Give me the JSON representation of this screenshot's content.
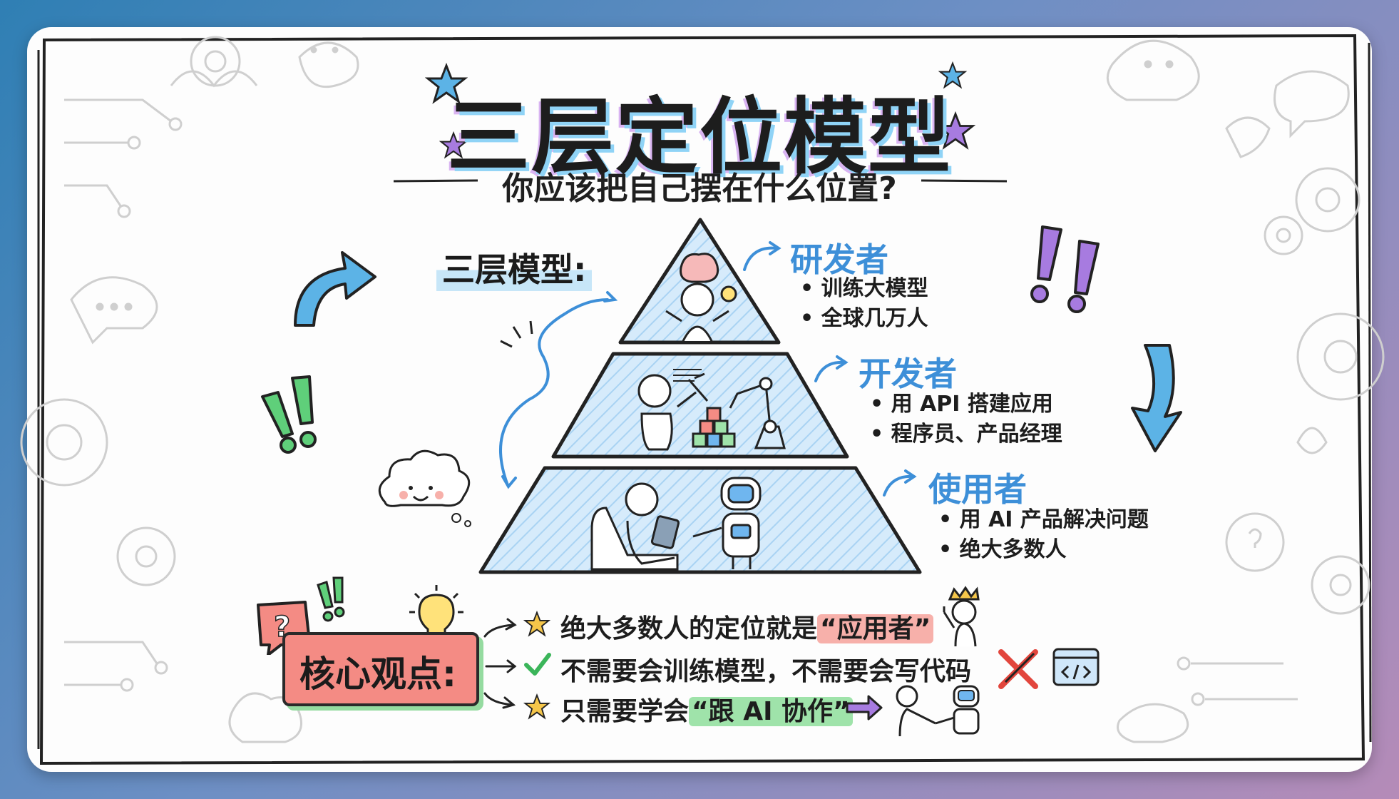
{
  "title": "三层定位模型",
  "subtitle": "你应该把自己摆在什么位置?",
  "model_label": "三层模型:",
  "tiers": [
    {
      "title": "研发者",
      "bullets": [
        "训练大模型",
        "全球几万人"
      ]
    },
    {
      "title": "开发者",
      "bullets": [
        "用 API 搭建应用",
        "程序员、产品经理"
      ]
    },
    {
      "title": "使用者",
      "bullets": [
        "用 AI 产品解决问题",
        "绝大多数人"
      ]
    }
  ],
  "core": {
    "label": "核心观点:",
    "points": [
      {
        "pre": "绝大多数人的定位就是",
        "hl": "“应用者”",
        "post": ""
      },
      {
        "pre": "不需要会训练模型，不需要会写代码",
        "hl": "",
        "post": ""
      },
      {
        "pre": "只需要学会",
        "hl": "“跟 AI 协作”",
        "post": ""
      }
    ]
  },
  "colors": {
    "tier_title": "#3d8fd8",
    "pyramid_fill": "#cfe7fa",
    "accent_purple": "#a77be0",
    "accent_green": "#5fcf7a",
    "accent_red": "#f48b84"
  }
}
